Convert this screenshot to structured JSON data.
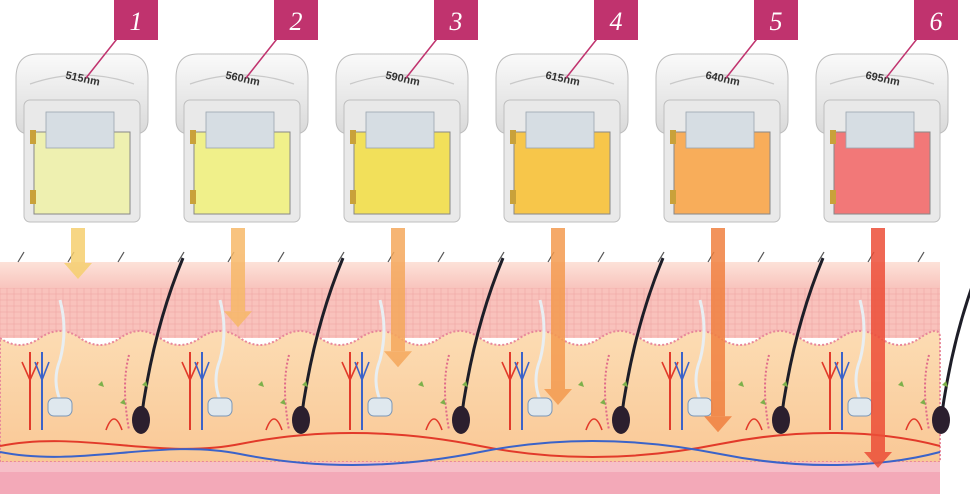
{
  "filters": [
    {
      "number": "1",
      "wavelength": "515nm",
      "glass_color": "#eef0b0",
      "arrow_color": "#f6cf6f",
      "depth": 0.1
    },
    {
      "number": "2",
      "wavelength": "560nm",
      "glass_color": "#f0f08a",
      "arrow_color": "#f7b868",
      "depth": 0.33
    },
    {
      "number": "3",
      "wavelength": "590nm",
      "glass_color": "#f2e05a",
      "arrow_color": "#f5a85c",
      "depth": 0.52
    },
    {
      "number": "4",
      "wavelength": "615nm",
      "glass_color": "#f7c64a",
      "arrow_color": "#f39a4f",
      "depth": 0.7
    },
    {
      "number": "5",
      "wavelength": "640nm",
      "glass_color": "#f8ad5a",
      "arrow_color": "#f0803f",
      "depth": 0.83
    },
    {
      "number": "6",
      "wavelength": "695nm",
      "glass_color": "#f27878",
      "arrow_color": "#ec4e37",
      "depth": 1.0
    }
  ],
  "colors": {
    "badge": "#c0336e",
    "epidermis": "#f9c9c3",
    "dermis": "#fbd3a6",
    "subcutis": "#f8c6cb",
    "artery": "#e23a2a",
    "vein": "#3b63c9",
    "hair": "#1e1e28"
  }
}
